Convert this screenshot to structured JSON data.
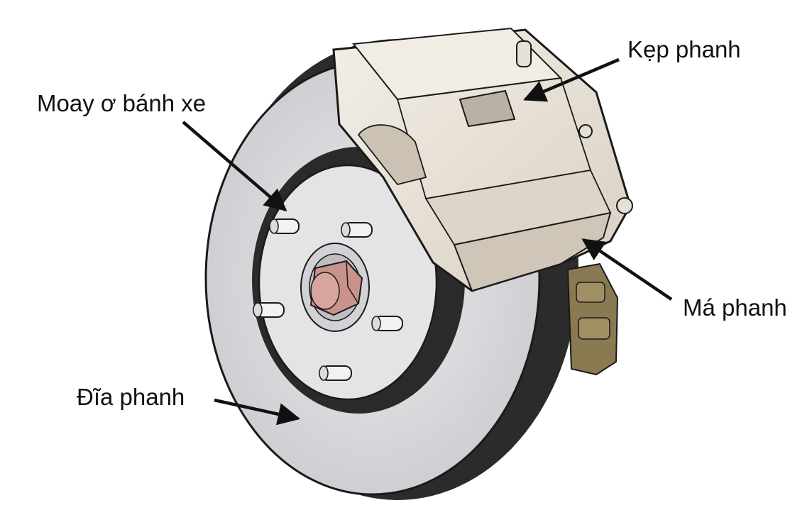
{
  "labels": {
    "hub": "Moay ơ bánh xe",
    "caliper": "Kẹp phanh",
    "pad": "Má phanh",
    "disc": "Đĩa phanh"
  },
  "colors": {
    "disc_face": "#d9d9dc",
    "disc_dark": "#2b2b2b",
    "hub_face": "#e4e4e6",
    "nut": "#c9938c",
    "caliper": "#e8e2d8",
    "caliper_shadow": "#c9c0b2",
    "piston": "#8a7a52",
    "arrow": "#111111"
  },
  "icons": {
    "disc": "brake-disc-illustration",
    "caliper": "brake-caliper-illustration"
  }
}
